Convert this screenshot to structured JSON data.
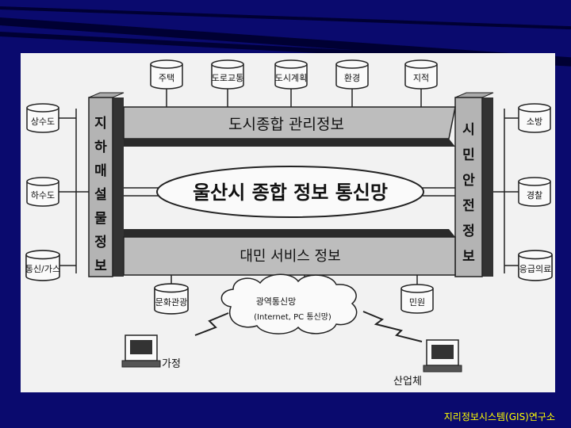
{
  "top_databases": [
    "주택",
    "도로교통",
    "도시계획",
    "환경",
    "지적"
  ],
  "left_databases": [
    "상수도",
    "하수도",
    "통신/가스"
  ],
  "right_databases": [
    "소방",
    "경찰",
    "응급의료"
  ],
  "bottom_databases": [
    "문화관광",
    "민원"
  ],
  "top_bar_label": "도시종합 관리정보",
  "bottom_bar_label": "대민 서비스 정보",
  "center_label": "울산시 종합 정보 통신망",
  "left_pillar_text": [
    "지",
    "하",
    "매",
    "설",
    "물",
    "정",
    "보"
  ],
  "right_pillar_text": [
    "시",
    "민",
    "안",
    "전",
    "정",
    "보"
  ],
  "cloud_line1": "광역통신망",
  "cloud_line2": "(Internet, PC 통신망)",
  "terminal_home": "가정",
  "terminal_industry": "산업체",
  "footer_text": "지리정보시스템(GIS)연구소"
}
